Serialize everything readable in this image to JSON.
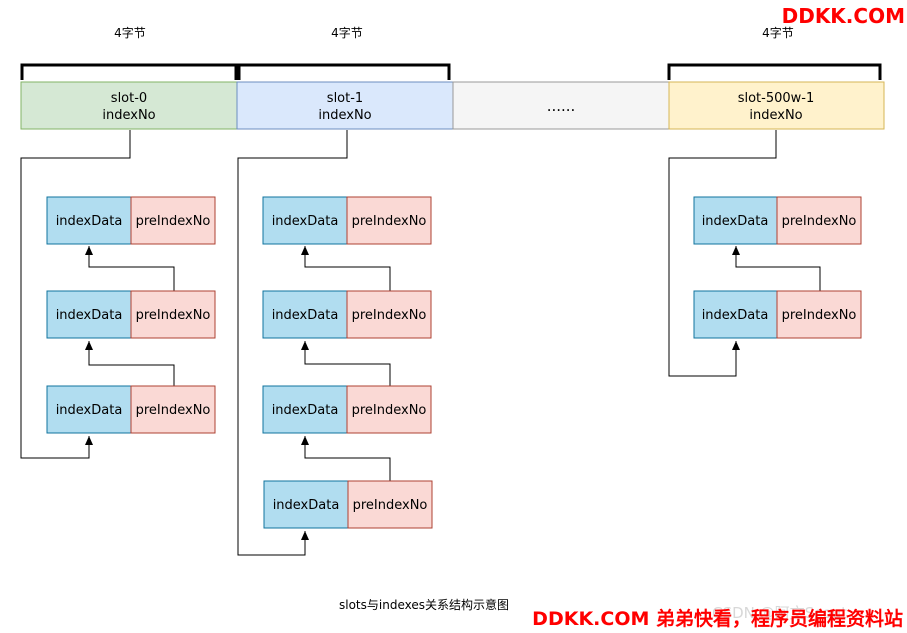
{
  "brace_label": "4字节",
  "slots": [
    {
      "line1": "slot-0",
      "line2": "indexNo",
      "fill": "#d5e8d4",
      "stroke": "#82b366"
    },
    {
      "line1": "slot-1",
      "line2": "indexNo",
      "fill": "#dae8fc",
      "stroke": "#6c8ebf"
    },
    {
      "line1": "......",
      "line2": "",
      "fill": "#f5f5f5",
      "stroke": "#999999"
    },
    {
      "line1": "slot-500w-1",
      "line2": "indexNo",
      "fill": "#fff2cc",
      "stroke": "#d6b656"
    }
  ],
  "node": {
    "data_label": "indexData",
    "pre_label": "preIndexNo",
    "data_fill": "#b1ddf0",
    "data_stroke": "#10739e",
    "pre_fill": "#fad9d5",
    "pre_stroke": "#ae4132"
  },
  "chains": [
    {
      "slot": "slot-0",
      "node_count": 3
    },
    {
      "slot": "slot-1",
      "node_count": 4
    },
    {
      "slot": "slot-500w-1",
      "node_count": 2
    }
  ],
  "caption": "slots与indexes关系结构示意图",
  "brand_top": "DDKK.COM",
  "brand_bottom": "DDKK.COM 弟弟快看，程序员编程资料站",
  "watermark": "CSDN @阿文Scout"
}
